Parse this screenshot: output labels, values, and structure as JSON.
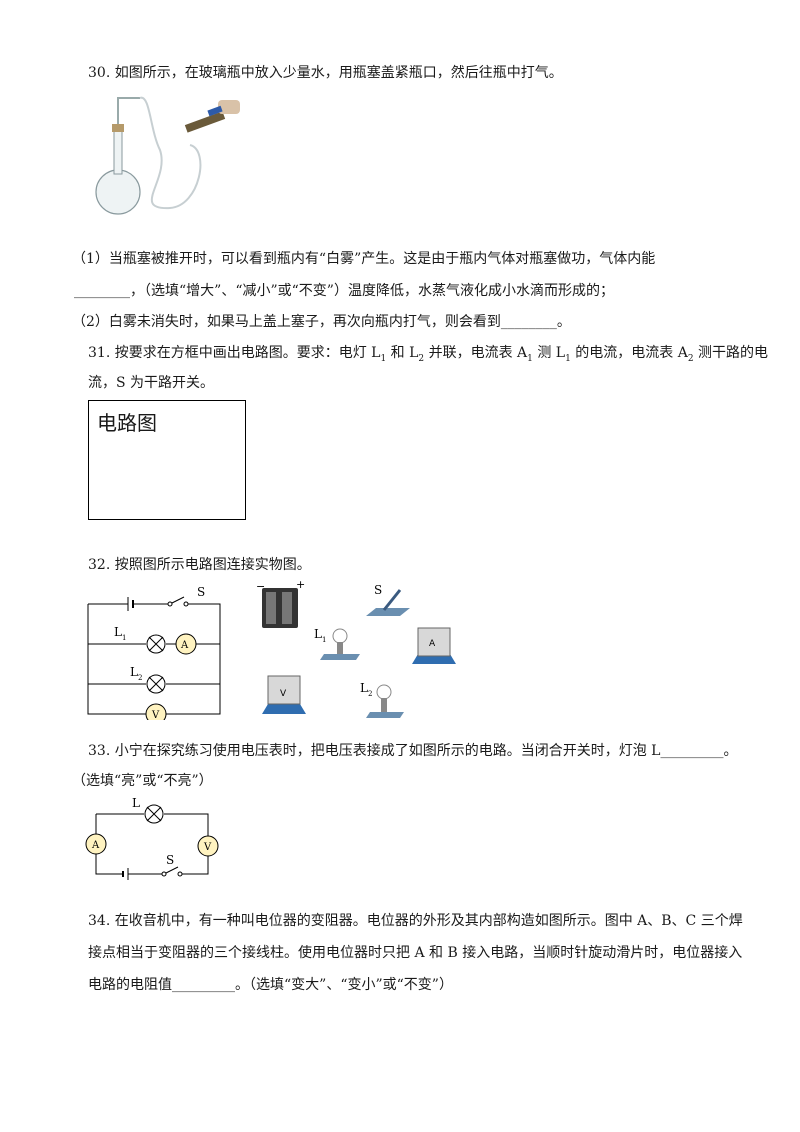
{
  "q30": {
    "stem": "30. 如图所示，在玻璃瓶中放入少量水，用瓶塞盖紧瓶口，然后往瓶中打气。",
    "part1_a": "（1）当瓶塞被推开时，可以看到瓶内有“白雾”产生。这是由于瓶内气体对瓶塞做功，气体内能",
    "part1_b": "________，（选填“增大”、“减小”或“不变”）温度降低，水蒸气液化成小水滴而形成的；",
    "part2": "（2）白雾未消失时，如果马上盖上塞子，再次向瓶内打气，则会看到________。"
  },
  "q31": {
    "p1": "31. 按要求在方框中画出电路图。要求：电灯",
    "p2": "和",
    "p3": "并联，电流表",
    "p4": "测",
    "p5": "的电流，电流表",
    "p6": "测干路的电",
    "line2": "流，S 为干路开关。",
    "box_label": "电路图"
  },
  "q32": {
    "stem": "32. 按照图所示电路图连接实物图。",
    "switch_label": "S",
    "lamp_l1": "L",
    "lamp_l2": "L",
    "ammeter": "A",
    "voltmeter": "V",
    "sub1": "1",
    "sub2": "2",
    "real_s": "S",
    "real_l1": "L",
    "real_l2": "L",
    "battery_minus": "−",
    "battery_plus": "+"
  },
  "q33": {
    "stem": "33. 小宁在探究练习使用电压表时，把电压表接成了如图所示的电路。当闭合开关时，灯泡 L_________。",
    "hint": "（选填“亮”或“不亮”）",
    "lamp": "L",
    "ammeter": "A",
    "voltmeter": "V",
    "switch": "S"
  },
  "q34": {
    "line1": "34. 在收音机中，有一种叫电位器的变阻器。电位器的外形及其内部构造如图所示。图中 A、B、C 三个焊",
    "line2": "接点相当于变阻器的三个接线柱。使用电位器时只把 A 和 B 接入电路，当顺时针旋动滑片时，电位器接入",
    "line3": "电路的电阻值_________。（选填“变大”、“变小”或“不变”）"
  }
}
